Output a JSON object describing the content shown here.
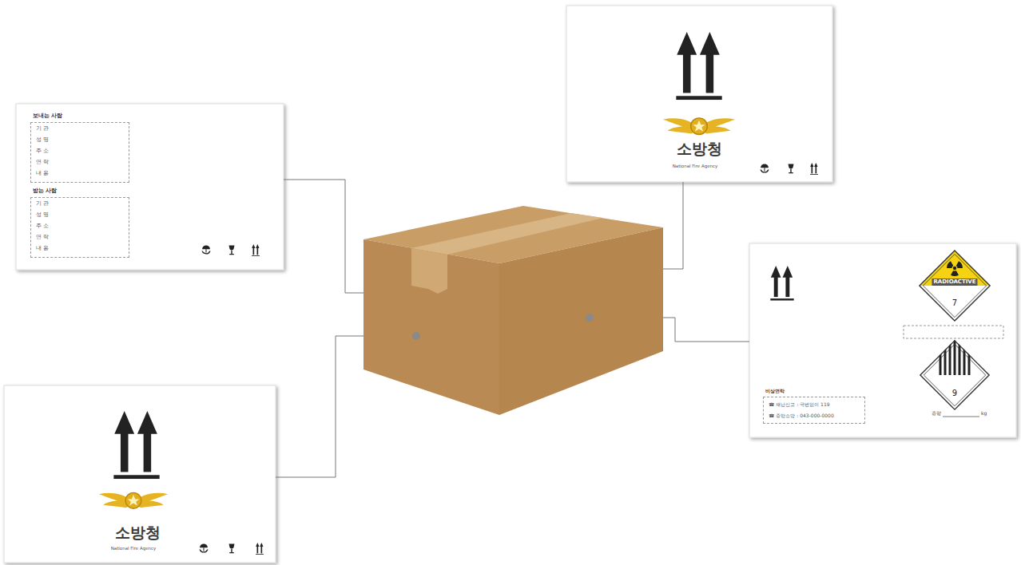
{
  "diagram": {
    "nodes": [
      {
        "text": [
          "소방청",
          "National Fire Agency"
        ]
      },
      {
        "text": []
      },
      {
        "text": [
          "보내는 사람",
          "기 관",
          "성 명",
          "주 소",
          "연 락",
          "내 용"
        ],
        "in": 1
      },
      {
        "text": [
          "받는 사람",
          "기 관",
          "성 명",
          "주 소",
          "연 락",
          "내 용"
        ],
        "in": 1
      },
      {
        "text": [
          "중량",
          "kg"
        ]
      },
      {
        "text": [
          "RADIOACTIVE",
          "7"
        ],
        "in": 4
      },
      {
        "text": [
          "9"
        ],
        "in": 4
      },
      {
        "text": [
          "비상연락",
          "☎ 재난신고 : 국번없이 119",
          "☎ 중앙소방 : 043-000-0000"
        ],
        "in": 4
      },
      {
        "text": [
          "소방청",
          "National Fire Agency"
        ]
      }
    ]
  }
}
